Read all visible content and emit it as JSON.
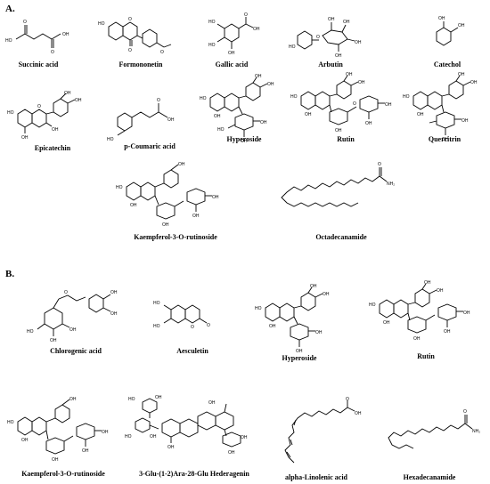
{
  "panels": {
    "a": {
      "label": "A.",
      "compounds": [
        {
          "name": "Succinic acid"
        },
        {
          "name": "Formononetin"
        },
        {
          "name": "Gallic acid"
        },
        {
          "name": "Arbutin"
        },
        {
          "name": "Catechol"
        },
        {
          "name": "Epicatechin"
        },
        {
          "name": "p-Coumaric acid"
        },
        {
          "name": "Hyperoside"
        },
        {
          "name": "Rutin"
        },
        {
          "name": "Quercitrin"
        },
        {
          "name": "Kaempferol-3-O-rutinoside"
        },
        {
          "name": "Octadecanamide"
        }
      ]
    },
    "b": {
      "label": "B.",
      "compounds": [
        {
          "name": "Chlorogenic acid"
        },
        {
          "name": "Aesculetin"
        },
        {
          "name": "Hyperoside"
        },
        {
          "name": "Rutin"
        },
        {
          "name": "Kaempferol-3-O-rutinoside"
        },
        {
          "name": "3-Glu-(1-2)Ara-28-Glu Hederagenin"
        },
        {
          "name": "alpha-Linolenic acid"
        },
        {
          "name": "Hexadecanamide"
        }
      ]
    }
  },
  "atom_labels": {
    "oh": "OH",
    "ho": "HO",
    "o": "O",
    "nh2": "NH₂"
  }
}
